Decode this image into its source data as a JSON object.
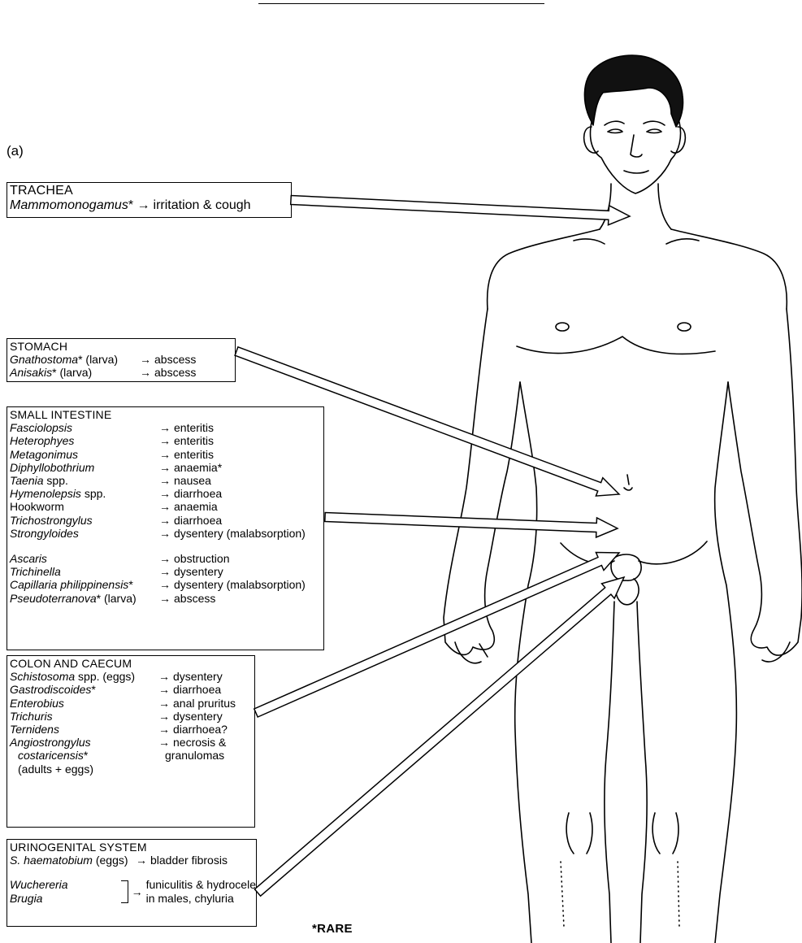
{
  "figure_label": "(a)",
  "trachea": {
    "title": "TRACHEA",
    "rows": [
      {
        "parasite": "Mammomonogamus",
        "suffix": "*",
        "effect": "irritation & cough"
      }
    ]
  },
  "stomach": {
    "title": "STOMACH",
    "rows": [
      {
        "parasite": "Gnathostoma",
        "suffix": "* (larva)",
        "effect": "abscess"
      },
      {
        "parasite": "Anisakis",
        "suffix": "* (larva)",
        "effect": "abscess"
      }
    ]
  },
  "small_intestine": {
    "title": "SMALL INTESTINE",
    "rows": [
      {
        "parasite": "Fasciolopsis",
        "suffix": "",
        "effect": "enteritis"
      },
      {
        "parasite": "Heterophyes",
        "suffix": "",
        "effect": "enteritis"
      },
      {
        "parasite": "Metagonimus",
        "suffix": "",
        "effect": "enteritis"
      },
      {
        "parasite": "Diphyllobothrium",
        "suffix": "",
        "effect": "anaemia*"
      },
      {
        "parasite": "Taenia",
        "suffix": " spp.",
        "effect": "nausea"
      },
      {
        "parasite": "Hymenolepsis",
        "suffix": " spp.",
        "effect": "diarrhoea"
      },
      {
        "parasite": "",
        "plain": "Hookworm",
        "suffix": "",
        "effect": "anaemia"
      },
      {
        "parasite": "Trichostrongylus",
        "suffix": "",
        "effect": "diarrhoea"
      },
      {
        "parasite": "Strongyloides",
        "suffix": "",
        "effect": "dysentery (malabsorption)"
      }
    ],
    "rows2": [
      {
        "parasite": "Ascaris",
        "suffix": "",
        "effect": "obstruction"
      },
      {
        "parasite": "Trichinella",
        "suffix": "",
        "effect": "dysentery"
      },
      {
        "parasite": "Capillaria philippinensis",
        "suffix": "*",
        "effect": "dysentery (malabsorption)"
      },
      {
        "parasite": "Pseudoterranova",
        "suffix": "* (larva)",
        "effect": "abscess"
      }
    ]
  },
  "colon": {
    "title": "COLON AND CAECUM",
    "rows": [
      {
        "parasite": "Schistosoma",
        "suffix": " spp. (eggs)",
        "effect": "dysentery"
      },
      {
        "parasite": "Gastrodiscoides",
        "suffix": "*",
        "effect": "diarrhoea"
      },
      {
        "parasite": "Enterobius",
        "suffix": "",
        "effect": "anal pruritus"
      },
      {
        "parasite": "Trichuris",
        "suffix": "",
        "effect": "dysentery"
      },
      {
        "parasite": "Ternidens",
        "suffix": "",
        "effect": "diarrhoea?"
      },
      {
        "parasite": "Angiostrongylus",
        "suffix": "",
        "effect": "necrosis &"
      }
    ],
    "extra1_parasite": "costaricensis",
    "extra1_suffix": "*",
    "extra1_effect": "granulomas",
    "extra2": "(adults + eggs)"
  },
  "urinogenital": {
    "title": "URINOGENITAL SYSTEM",
    "rows": [
      {
        "parasite": "S. haematobium",
        "suffix": " (eggs)",
        "effect": "bladder fibrosis"
      }
    ],
    "filaria_1": "Wuchereria",
    "filaria_2": "Brugia",
    "filaria_effect_1": "funiculitis & hydrocele",
    "filaria_effect_2": "in males, chyluria"
  },
  "arrow_symbol": "→",
  "rare_note": "*RARE",
  "colors": {
    "ink": "#000000",
    "paper": "#ffffff"
  }
}
